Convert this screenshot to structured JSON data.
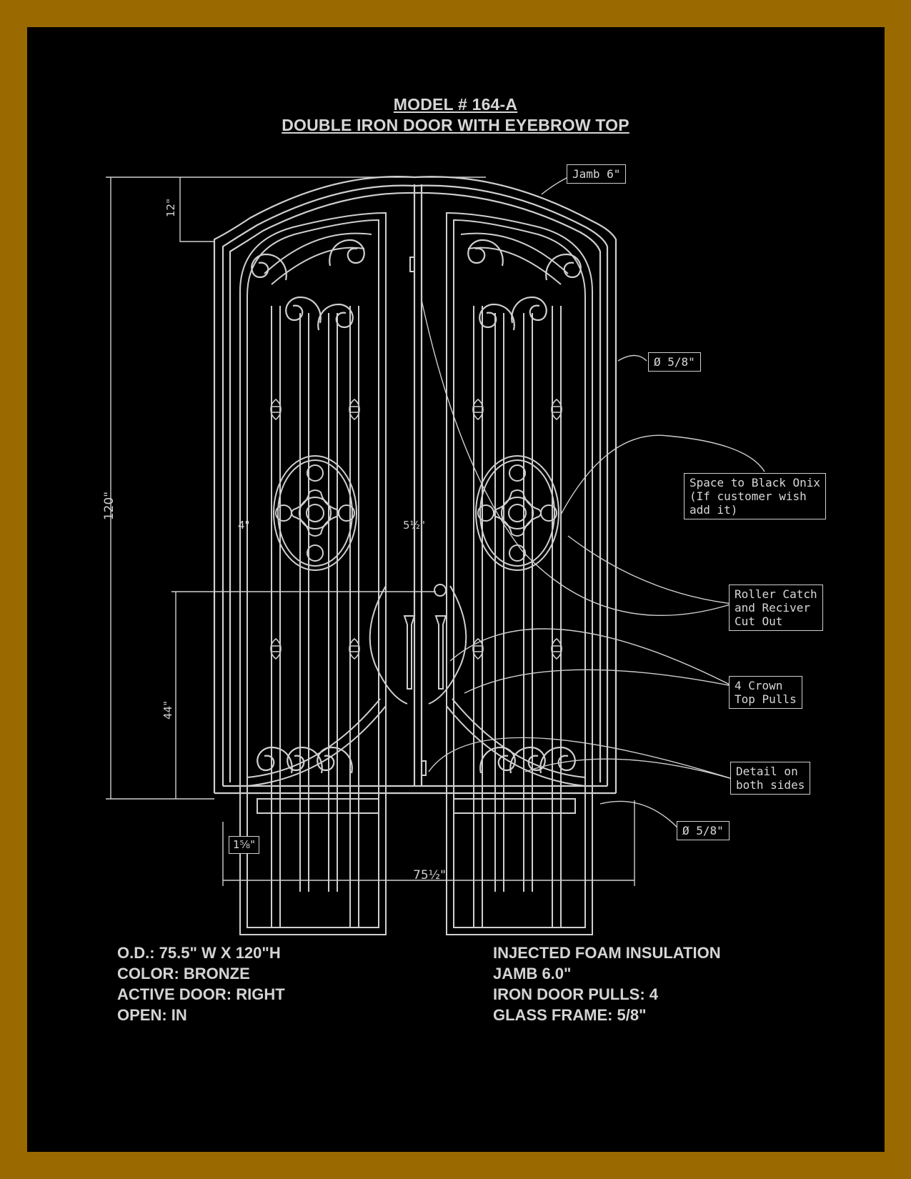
{
  "title": {
    "line1": "MODEL # 164-A",
    "line2": "DOUBLE IRON DOOR WITH EYEBROW TOP"
  },
  "callouts": {
    "jamb": "Jamb 6\"",
    "bar_top": "Ø 5/8\"",
    "onix": "Space to Black Onix\n(If customer wish\nadd it)",
    "roller": "Roller Catch\nand Reciver\nCut Out",
    "pulls": "4 Crown\nTop Pulls",
    "detail": "Detail on\nboth sides",
    "bar_bottom": "Ø 5/8\""
  },
  "dimensions": {
    "arch_rise": "12\"",
    "height": "120\"",
    "handle_height": "44\"",
    "side_frame": "4\"",
    "center_frame": "5½\"",
    "threshold": "1⅝\"",
    "width": "75½\""
  },
  "specs_left": [
    "O.D.: 75.5\" W X 120\"H",
    "COLOR: BRONZE",
    "ACTIVE DOOR: RIGHT",
    "OPEN: IN"
  ],
  "specs_right": [
    "INJECTED FOAM INSULATION",
    "JAMB 6.0\"",
    "IRON DOOR PULLS: 4",
    "GLASS FRAME: 5/8\""
  ],
  "colors": {
    "border": "#9a6a00",
    "background": "#000000",
    "linework": "#cfcfcf"
  }
}
